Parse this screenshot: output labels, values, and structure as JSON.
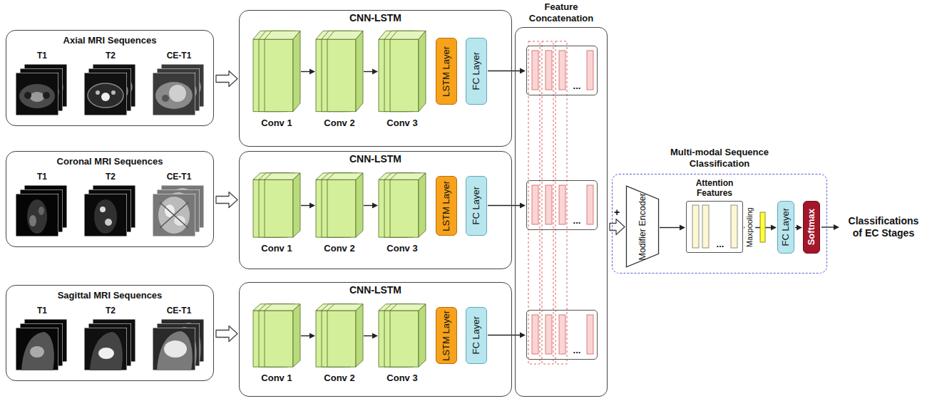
{
  "diagram": {
    "nodes": [
      {
        "text": [
          "Axial MRI Sequences",
          "T1",
          "T2",
          "CE-T1"
        ]
      },
      {
        "text": [
          "CNN-LSTM"
        ]
      },
      {
        "text": [
          "Conv 1"
        ],
        "in": 1
      },
      {
        "text": [
          "Conv 2"
        ],
        "in": 1
      },
      {
        "text": [
          "Conv 3"
        ],
        "in": 1
      },
      {
        "text": [
          "LSTM Layer"
        ],
        "in": 1
      },
      {
        "text": [
          "FC Layer"
        ],
        "in": 1
      },
      {
        "text": [
          "Coronal MRI Sequences",
          "T1",
          "T2",
          "CE-T1"
        ]
      },
      {
        "text": [
          "CNN-LSTM"
        ]
      },
      {
        "text": [
          "Conv 1"
        ],
        "in": 8
      },
      {
        "text": [
          "Conv 2"
        ],
        "in": 8
      },
      {
        "text": [
          "Conv 3"
        ],
        "in": 8
      },
      {
        "text": [
          "LSTM Layer"
        ],
        "in": 8
      },
      {
        "text": [
          "FC Layer"
        ],
        "in": 8
      },
      {
        "text": [
          "Sagittal MRI Sequences",
          "T1",
          "T2",
          "CE-T1"
        ]
      },
      {
        "text": [
          "CNN-LSTM"
        ]
      },
      {
        "text": [
          "Conv 1"
        ],
        "in": 15
      },
      {
        "text": [
          "Conv 2"
        ],
        "in": 15
      },
      {
        "text": [
          "Conv 3"
        ],
        "in": 15
      },
      {
        "text": [
          "LSTM Layer"
        ],
        "in": 15
      },
      {
        "text": [
          "FC Layer"
        ],
        "in": 15
      },
      {
        "text": [
          "Feature Concatenation"
        ]
      },
      {
        "text": [
          "..."
        ],
        "in": 21
      },
      {
        "text": [
          "..."
        ],
        "in": 21
      },
      {
        "text": [
          "..."
        ],
        "in": 21
      },
      {
        "text": [
          "Multi-modal Sequence Classification"
        ]
      },
      {
        "text": [
          "Modifier Encoder"
        ],
        "in": 25
      },
      {
        "text": [
          "Attention Features",
          "..."
        ],
        "in": 25
      },
      {
        "text": [
          "FC Layer"
        ],
        "in": 25
      },
      {
        "text": [
          "Softmax"
        ],
        "in": 25
      }
    ],
    "edges": [
      {
        "from": 0,
        "to": 1,
        "arrow": "to"
      },
      {
        "from": 2,
        "to": 3,
        "arrow": "to"
      },
      {
        "from": 3,
        "to": 4,
        "arrow": "to"
      },
      {
        "from": 6,
        "to": 22,
        "arrow": "to"
      },
      {
        "from": 7,
        "to": 8,
        "arrow": "to"
      },
      {
        "from": 9,
        "to": 10,
        "arrow": "to"
      },
      {
        "from": 10,
        "to": 11,
        "arrow": "to"
      },
      {
        "from": 13,
        "to": 23,
        "arrow": "to"
      },
      {
        "from": 14,
        "to": 15,
        "arrow": "to"
      },
      {
        "from": 16,
        "to": 17,
        "arrow": "to"
      },
      {
        "from": 17,
        "to": 18,
        "arrow": "to"
      },
      {
        "from": 20,
        "to": 24,
        "arrow": "to"
      },
      {
        "from": 21,
        "to": 26,
        "label": "+",
        "arrow": "to"
      },
      {
        "from": 26,
        "to": 27,
        "arrow": "to"
      },
      {
        "from": 27,
        "to": 28,
        "label": "Maxpooling",
        "arrow": "to"
      },
      {
        "from": 28,
        "to": 29,
        "arrow": "to"
      }
    ],
    "labels": [
      "Classifications of EC Stages"
    ]
  }
}
